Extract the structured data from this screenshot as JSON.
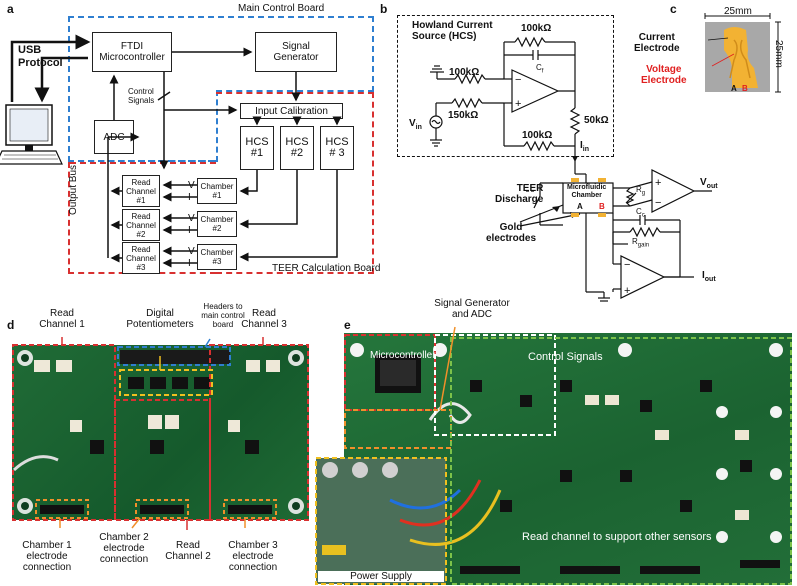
{
  "panels": {
    "a": "a",
    "b": "b",
    "c": "c",
    "d": "d",
    "e": "e"
  },
  "a": {
    "usb_protocol": "USB\nProtocol",
    "main_control_board": "Main Control Board",
    "ftdi": "FTDI\nMicrocontroller",
    "signal_generator": "Signal\nGenerator",
    "control_signals": "Control\nSignals",
    "adc": "ADC",
    "input_calibration": "Input Calibration",
    "hcs1": "HCS\n#1",
    "hcs2": "HCS\n#2",
    "hcs3": "HCS\n# 3",
    "output_bus": "Output Bus",
    "read1": "Read\nChannel\n#1",
    "read2": "Read\nChannel\n#2",
    "read3": "Read\nChannel\n#3",
    "v": "V",
    "i": "I",
    "chamber1": "Chamber\n#1",
    "chamber2": "Chamber\n#2",
    "chamber3": "Chamber\n#3",
    "teer_board": "TEER Calculation Board"
  },
  "b": {
    "hcs_title": "Howland Current\nSource (HCS)",
    "r100k_top": "100kΩ",
    "cf": "C",
    "cf_sub": "f",
    "r100k_left": "100kΩ",
    "r150k": "150kΩ",
    "vin": "V",
    "vin_sub": "in",
    "r100k_bottom": "100kΩ",
    "r50k": "50kΩ",
    "iin": "I",
    "iin_sub": "in",
    "teer_discharge": "TEER\nDischarge",
    "microfluidic_chamber": "Microfluidic\nChamber",
    "a_label": "A",
    "b_label": "B",
    "rg": "R",
    "rg_sub": "g",
    "vout": "V",
    "vout_sub": "out",
    "gold_electrodes": "Gold\nelectrodes",
    "cc": "C",
    "cc_sub": "c",
    "rgain": "R",
    "rgain_sub": "gain",
    "iout": "I",
    "iout_sub": "out"
  },
  "c": {
    "width": "25mm",
    "height": "25mm",
    "current_electrode": "Current\nElectrode",
    "voltage_electrode": "Voltage\nElectrode",
    "a_label": "A",
    "b_label": "B"
  },
  "d": {
    "read_channel_1": "Read\nChannel 1",
    "digital_potentiometers": "Digital\nPotentiometers",
    "headers": "Headers to\nmain control\nboard",
    "read_channel_3": "Read\nChannel 3",
    "chamber1_conn": "Chamber 1\nelectrode\nconnection",
    "chamber2_conn": "Chamber 2\nelectrode\nconnection",
    "read_channel_2": "Read\nChannel 2",
    "chamber3_conn": "Chamber 3\nelectrode\nconnection"
  },
  "e": {
    "signal_generator_adc": "Signal Generator\nand ADC",
    "microcontroller": "Microcontroller",
    "control_signals": "Control Signals",
    "read_channel_other": "Read channel to support other sensors",
    "power_supply": "Power Supply"
  },
  "colors": {
    "blue_dash": "#2f7fd0",
    "red_dash": "#d83030",
    "orange_dash": "#f0902a",
    "yellow_dash": "#f0c020",
    "green_dash": "#7cc24a",
    "white_dash": "#ffffff",
    "pcb_green": "#1f6a34",
    "electrode_gold": "#f2b233",
    "electrode_red": "#e02020"
  }
}
